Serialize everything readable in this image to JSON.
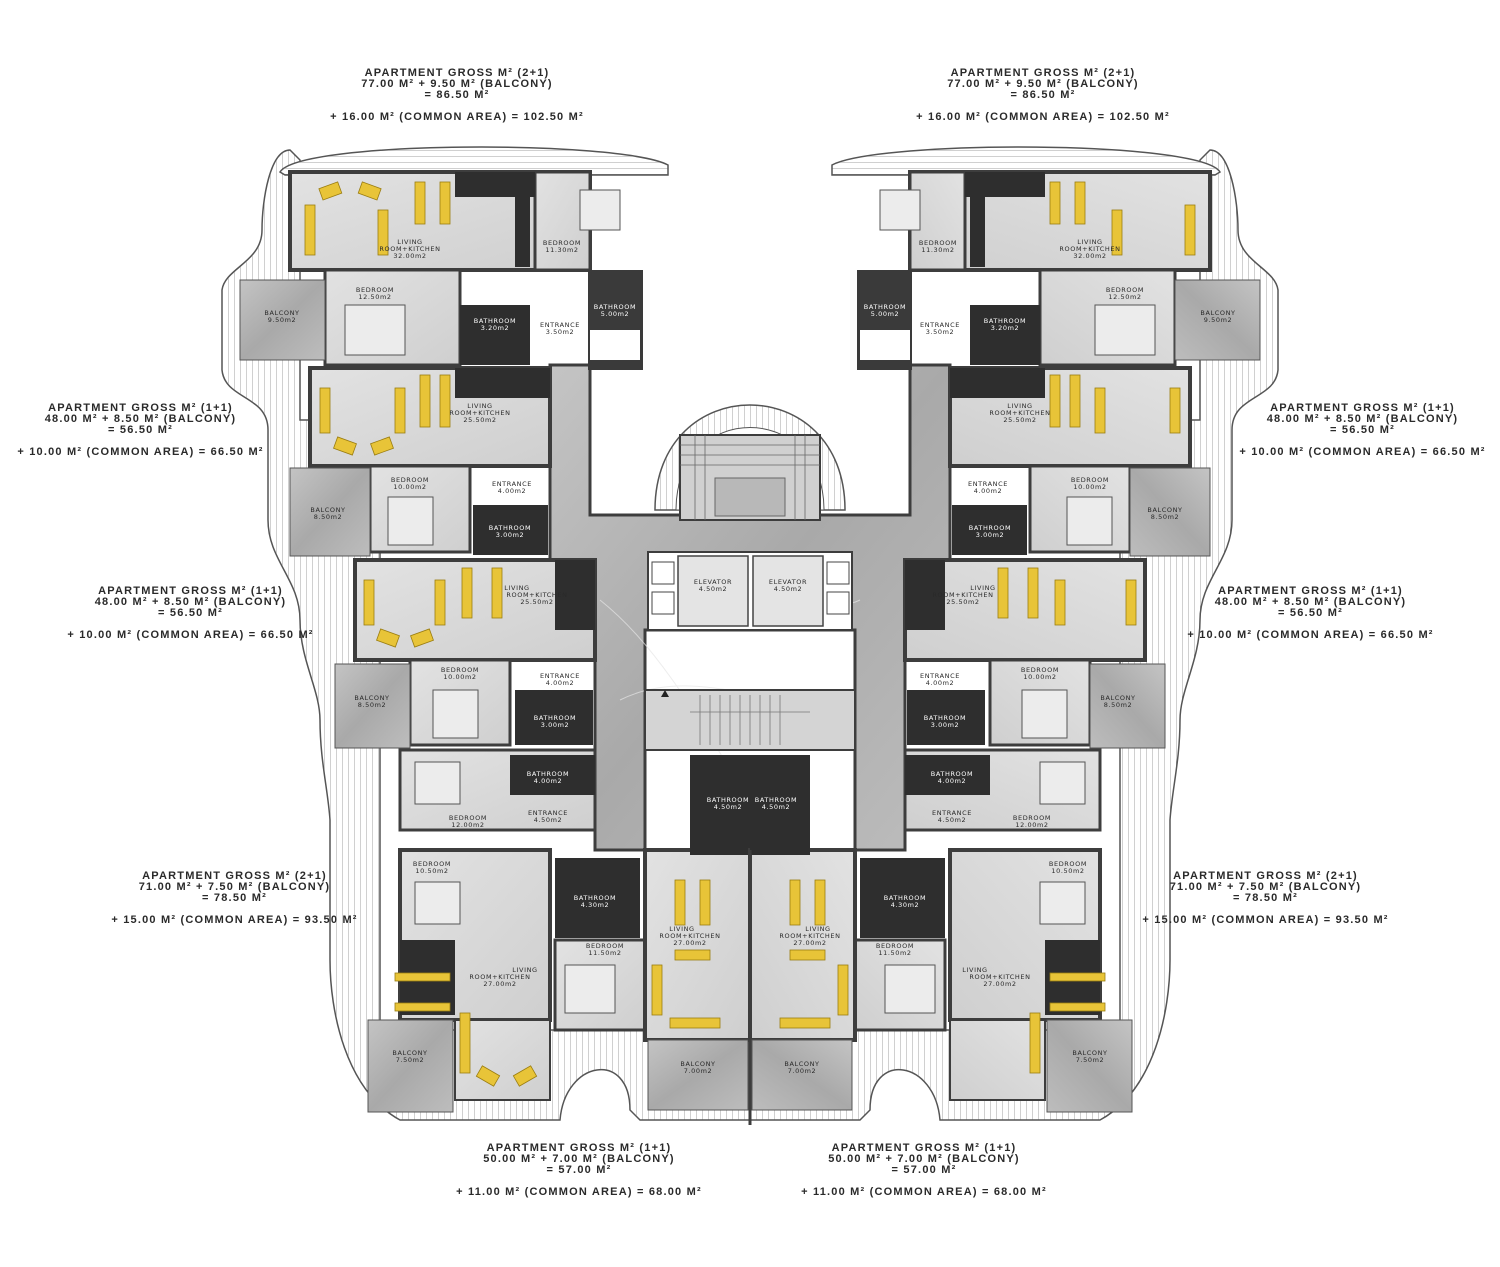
{
  "title": "",
  "colors": {
    "marble": "#b9b9b9",
    "marble_dark": "#8d8d8d",
    "wall": "#3d3d3d",
    "sofa": "#e8c438",
    "terrace_stroke": "#555555",
    "floor_light": "#d6d6d6"
  },
  "annotations": {
    "top_left": {
      "l1": "APARTMENT GROSS M² (2+1)",
      "l2": "77.00 M² + 9.50 M² (BALCONY)",
      "l3": "= 86.50 M²",
      "l4": "+ 16.00 M² (COMMON AREA) = 102.50 M²"
    },
    "top_right": {
      "l1": "APARTMENT GROSS M² (2+1)",
      "l2": "77.00 M² + 9.50 M² (BALCONY)",
      "l3": "= 86.50 M²",
      "l4": "+ 16.00 M² (COMMON AREA) = 102.50 M²"
    },
    "mid1_left": {
      "l1": "APARTMENT GROSS M² (1+1)",
      "l2": "48.00 M² + 8.50 M² (BALCONY)",
      "l3": "= 56.50 M²",
      "l4": "+ 10.00 M² (COMMON AREA) = 66.50 M²"
    },
    "mid1_right": {
      "l1": "APARTMENT GROSS M² (1+1)",
      "l2": "48.00 M² + 8.50 M² (BALCONY)",
      "l3": "= 56.50 M²",
      "l4": "+ 10.00 M² (COMMON AREA) = 66.50 M²"
    },
    "mid2_left": {
      "l1": "APARTMENT GROSS M² (1+1)",
      "l2": "48.00 M² + 8.50 M² (BALCONY)",
      "l3": "= 56.50 M²",
      "l4": "+ 10.00 M² (COMMON AREA) = 66.50 M²"
    },
    "mid2_right": {
      "l1": "APARTMENT GROSS M² (1+1)",
      "l2": "48.00 M² + 8.50 M² (BALCONY)",
      "l3": "= 56.50 M²",
      "l4": "+ 10.00 M² (COMMON AREA) = 66.50 M²"
    },
    "low_left": {
      "l1": "APARTMENT GROSS M² (2+1)",
      "l2": "71.00 M² + 7.50 M² (BALCONY)",
      "l3": "= 78.50 M²",
      "l4": "+ 15.00 M² (COMMON AREA) = 93.50 M²"
    },
    "low_right": {
      "l1": "APARTMENT GROSS M² (2+1)",
      "l2": "71.00 M² + 7.50 M² (BALCONY)",
      "l3": "= 78.50 M²",
      "l4": "+ 15.00 M² (COMMON AREA) = 93.50 M²"
    },
    "bottom_left": {
      "l1": "APARTMENT GROSS M² (1+1)",
      "l2": "50.00 M² + 7.00 M² (BALCONY)",
      "l3": "= 57.00 M²",
      "l4": "+ 11.00 M² (COMMON AREA) = 68.00 M²"
    },
    "bottom_right": {
      "l1": "APARTMENT GROSS M² (1+1)",
      "l2": "50.00 M² + 7.00 M² (BALCONY)",
      "l3": "= 57.00 M²",
      "l4": "+ 11.00 M² (COMMON AREA) = 68.00 M²"
    }
  },
  "rooms": {
    "living": "LIVING",
    "room_kitchen": "ROOM+KITCHEN",
    "bedroom": "BEDROOM",
    "bathroom": "BATHROOM",
    "entrance": "ENTRANCE",
    "balcony": "BALCONY",
    "elevator": "ELEVATOR",
    "a_32": "32.00m2",
    "a_25_5": "25.50m2",
    "a_27": "27.00m2",
    "a_11_3": "11.30m2",
    "a_12_5": "12.50m2",
    "a_10": "10.00m2",
    "a_12": "12.00m2",
    "a_10_5": "10.50m2",
    "a_11_5": "11.50m2",
    "a_3_2": "3.20m2",
    "a_5": "5.00m2",
    "a_3": "3.00m2",
    "a_4": "4.00m2",
    "a_4_3": "4.30m2",
    "a_4_5": "4.50m2",
    "a_3_5": "3.50m2",
    "a_9_5": "9.50m2",
    "a_8_5": "8.50m2",
    "a_7_5": "7.50m2",
    "a_7": "7.00m2"
  }
}
